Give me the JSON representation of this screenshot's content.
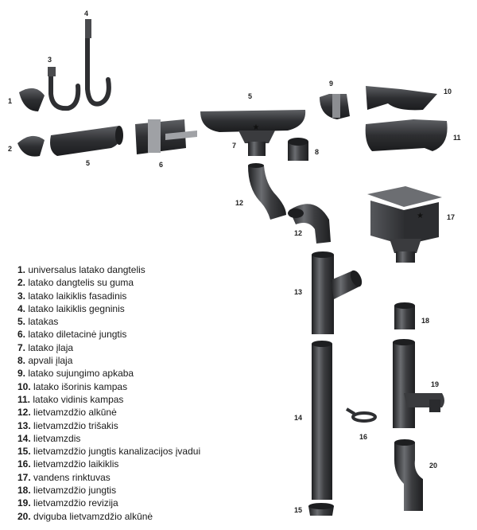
{
  "labels": {
    "p1": "1",
    "p2": "2",
    "p3": "3",
    "p4": "4",
    "p5a": "5",
    "p5b": "5",
    "p6": "6",
    "p7": "7",
    "p8": "8",
    "p9": "9",
    "p10": "10",
    "p11": "11",
    "p12a": "12",
    "p12b": "12",
    "p13": "13",
    "p14": "14",
    "p15": "15",
    "p16": "16",
    "p17": "17",
    "p18": "18",
    "p19": "19",
    "p20": "20"
  },
  "legend": [
    {
      "num": "1.",
      "text": " universalus latako dangtelis"
    },
    {
      "num": "2.",
      "text": " latako dangtelis su guma"
    },
    {
      "num": "3.",
      "text": " latako laikiklis fasadinis"
    },
    {
      "num": "4.",
      "text": " latako laikiklis gegninis"
    },
    {
      "num": "5.",
      "text": " latakas"
    },
    {
      "num": "6.",
      "text": " latako diletacinė jungtis"
    },
    {
      "num": "7.",
      "text": " latako įlaja"
    },
    {
      "num": "8.",
      "text": " apvali įlaja"
    },
    {
      "num": "9.",
      "text": " latako sujungimo apkaba"
    },
    {
      "num": "10.",
      "text": " latako išorinis kampas"
    },
    {
      "num": "11.",
      "text": " latako vidinis kampas"
    },
    {
      "num": "12.",
      "text": " lietvamzdžio alkūnė"
    },
    {
      "num": "13.",
      "text": " lietvamzdžio trišakis"
    },
    {
      "num": "14.",
      "text": " lietvamzdis"
    },
    {
      "num": "15.",
      "text": " lietvamzdžio jungtis kanalizacijos įvadui"
    },
    {
      "num": "16.",
      "text": " lietvamzdžio laikiklis"
    },
    {
      "num": "17.",
      "text": " vandens rinktuvas"
    },
    {
      "num": "18.",
      "text": " lietvamzdžio jungtis"
    },
    {
      "num": "19.",
      "text": " lietvamzdžio revizija"
    },
    {
      "num": "20.",
      "text": " dviguba lietvamzdžio alkūnė"
    }
  ],
  "colors": {
    "metal": "#3c3d40",
    "metal_light": "#6a6c70",
    "metal_dark": "#1f2022"
  }
}
